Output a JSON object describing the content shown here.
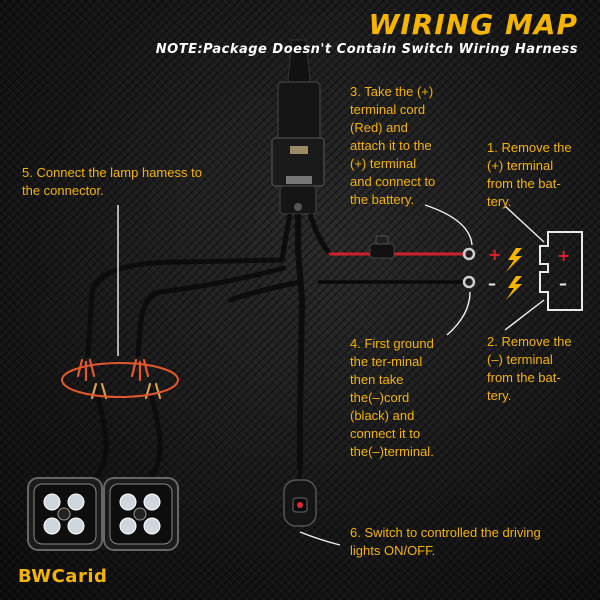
{
  "title": "WIRING MAP",
  "note": "NOTE:Package Doesn't Contain Switch Wiring Harness",
  "steps": {
    "s1": [
      "1. Remove the",
      "(+) terminal",
      "from the bat-",
      "tery."
    ],
    "s2": [
      "2. Remove the",
      "(–) terminal",
      "from the bat-",
      "tery."
    ],
    "s3": [
      "3. Take the (+)",
      "terminal cord",
      "(Red) and",
      "attach it to the",
      "(+) terminal",
      "and connect to",
      "the battery."
    ],
    "s4": [
      "4. First ground",
      "the ter-minal",
      "then take",
      "the(–)cord",
      "(black) and",
      "connect it to",
      "the(–)terminal."
    ],
    "s5": [
      "5. Connect the lamp hamess to",
      "the connector."
    ],
    "s6": [
      "6. Switch to controlled the driving",
      "lights ON/OFF."
    ]
  },
  "terminal_signs": {
    "positive": "+",
    "negative": "–"
  },
  "brand": "BWCarid",
  "colors": {
    "accent": "#f5b400",
    "positive_wire": "#d0202a",
    "negative_wire": "#222222",
    "connector_ring": "#e4572e"
  }
}
